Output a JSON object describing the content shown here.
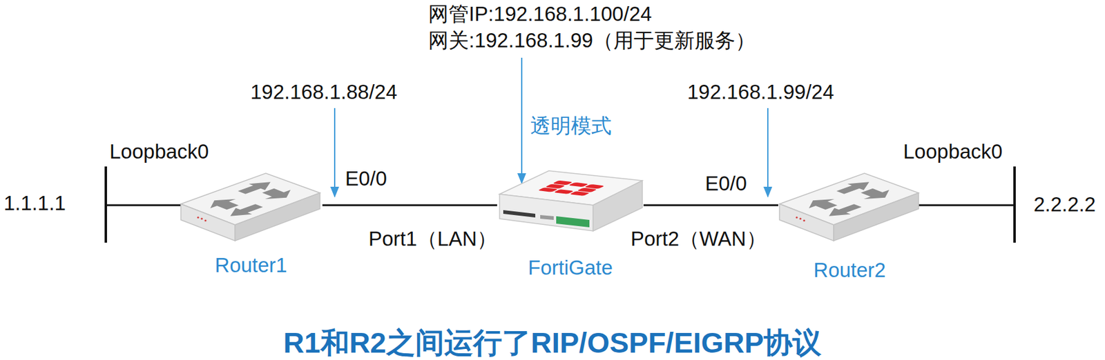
{
  "diagram": {
    "title": "R1和R2之间运行了RIP/OSPF/EIGRP协议",
    "nodes": [
      {
        "text": [
          "Router1"
        ]
      },
      {
        "text": [
          "FortiGate"
        ]
      },
      {
        "text": [
          "Router2"
        ]
      }
    ],
    "edges": [
      {
        "from": 0,
        "to": 1,
        "label": "Port1（LAN）",
        "arrow": "none"
      },
      {
        "from": 1,
        "to": 2,
        "label": "Port2（WAN）",
        "arrow": "none"
      }
    ],
    "labels": [
      "网管IP:192.168.1.100/24",
      "网关:192.168.1.99（用于更新服务）",
      "透明模式",
      "192.168.1.88/24",
      "E0/0",
      "192.168.1.99/24",
      "E0/0",
      "Loopback0",
      "Loopback0",
      "1.1.1.1",
      "2.2.2.2"
    ]
  }
}
